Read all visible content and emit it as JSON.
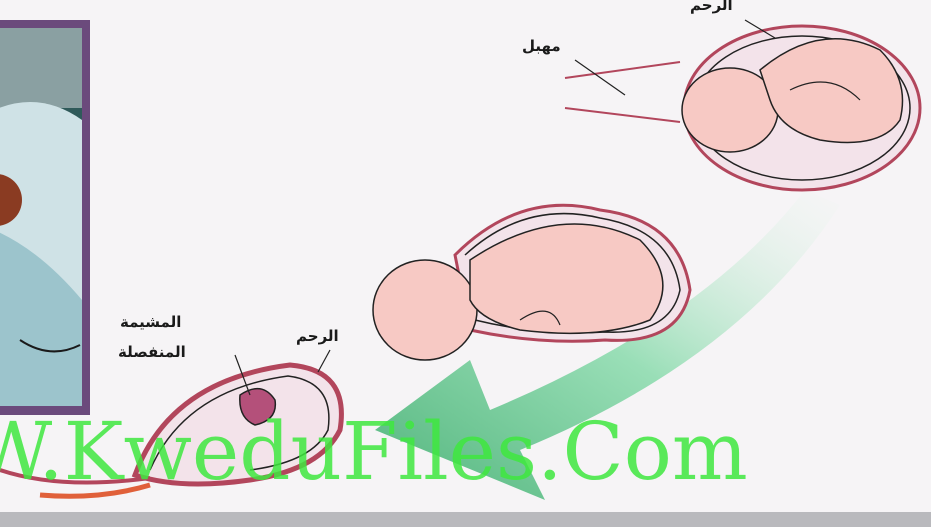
{
  "labels": {
    "cervix": "مهبل",
    "uterus_top": "الرحم",
    "uterus_bottom": "الرحم",
    "detached_placenta_line1": "المشيمة",
    "detached_placenta_line2": "المنفصلة"
  },
  "watermark": "W.KweduFiles.Com",
  "colors": {
    "uterus_wall": "#b2465c",
    "fetus_skin": "#f7c9c4",
    "amniotic_fill": "#f3e3ea",
    "arrow": "#6fcf9a",
    "watermark": "#3fe83f",
    "photo_frame": "#6b4a7c"
  }
}
